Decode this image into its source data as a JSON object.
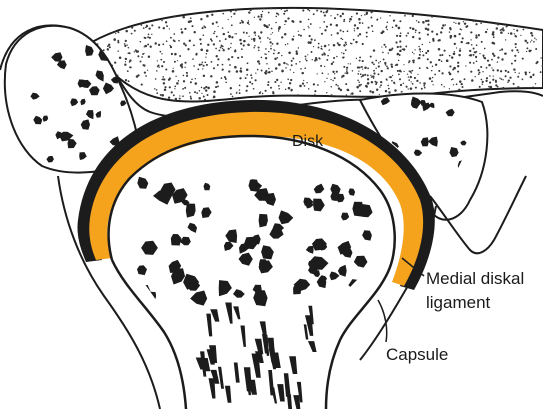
{
  "labels": {
    "disk": "Disk",
    "medial_diskal_ligament": [
      "Medial diskal",
      "ligament"
    ],
    "capsule": "Capsule"
  },
  "colors": {
    "disk": "#f5a31c",
    "outline": "#1c1c1c",
    "bone": "#ffffff",
    "stipple": "#3a3a3a"
  },
  "icons": [
    "joint-anatomy-illustration"
  ]
}
